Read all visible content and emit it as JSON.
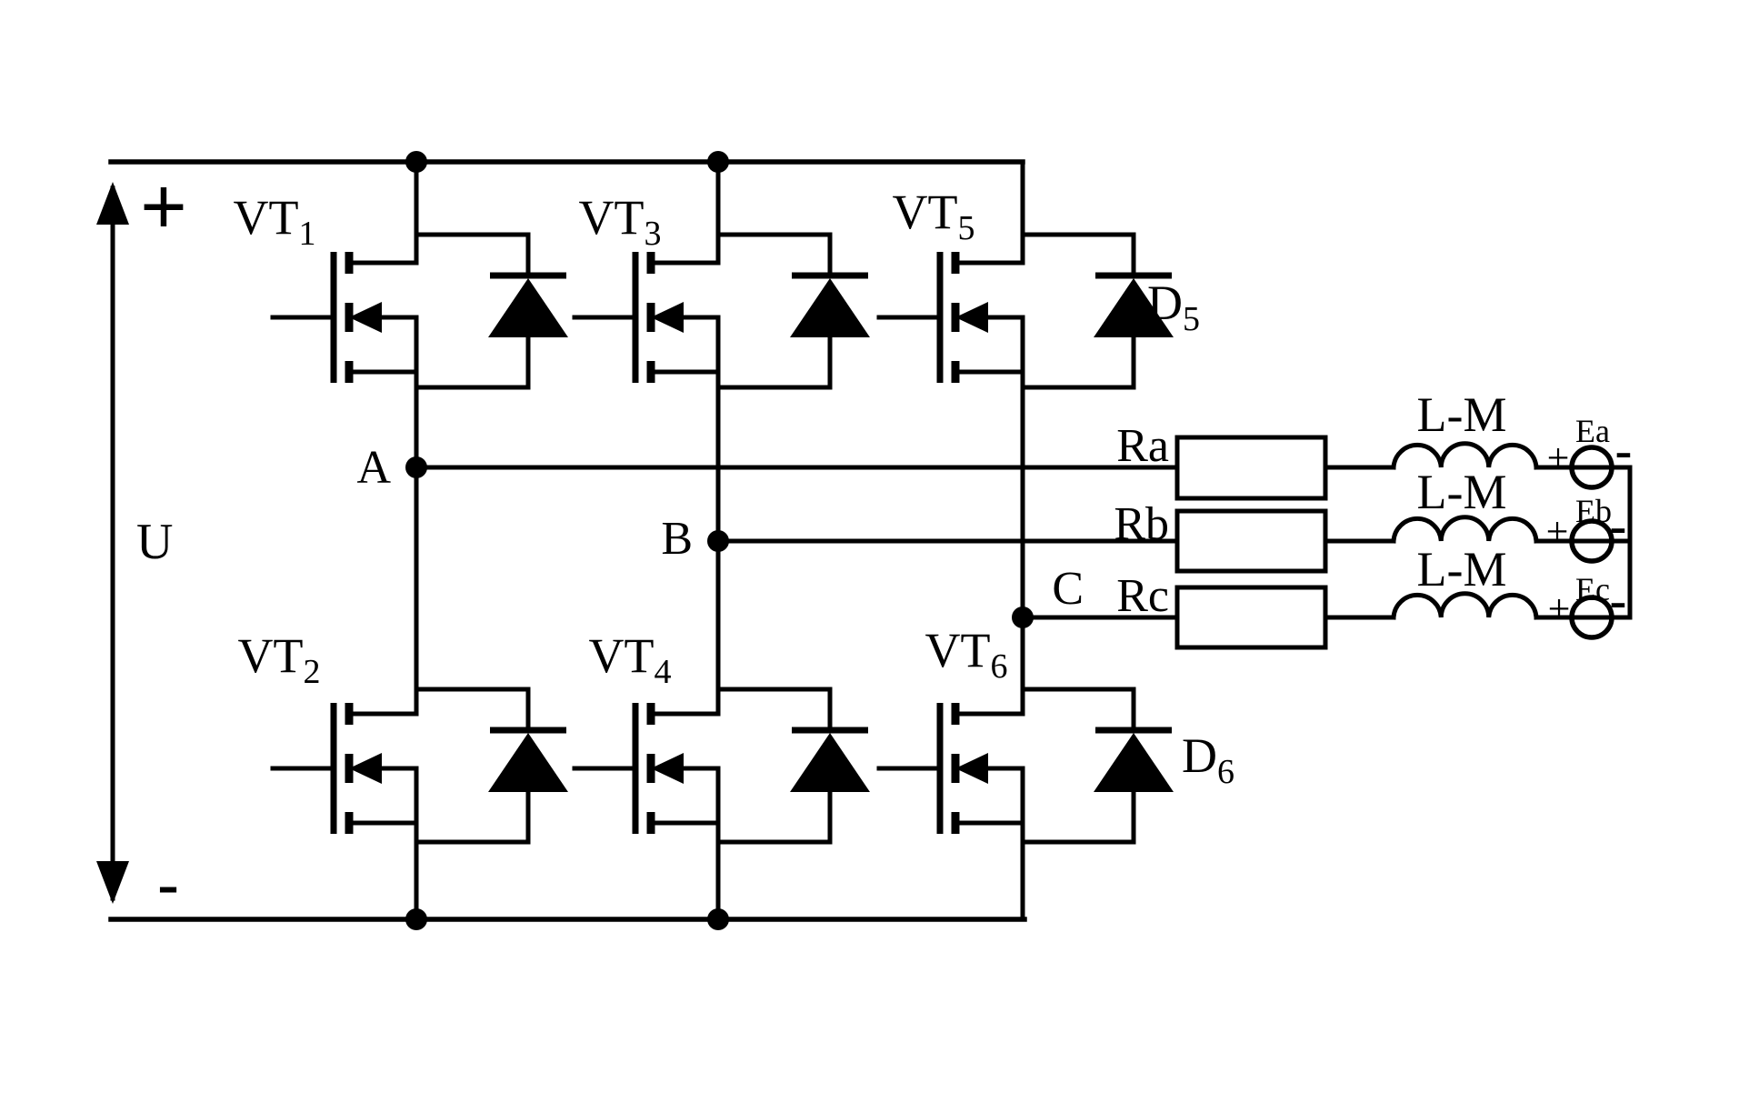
{
  "diagram_type": "three-phase-inverter-circuit-schematic",
  "dc_link": {
    "plus": "+",
    "voltage_label": "U",
    "minus": "-"
  },
  "transistors": [
    {
      "prefix": "VT",
      "sub": "1"
    },
    {
      "prefix": "VT",
      "sub": "2"
    },
    {
      "prefix": "VT",
      "sub": "3"
    },
    {
      "prefix": "VT",
      "sub": "4"
    },
    {
      "prefix": "VT",
      "sub": "5"
    },
    {
      "prefix": "VT",
      "sub": "6"
    }
  ],
  "diodes": [
    {
      "prefix": "D",
      "sub": "5"
    },
    {
      "prefix": "D",
      "sub": "6"
    }
  ],
  "phases": [
    {
      "node": "A",
      "resistor_label": "Ra",
      "inductor_label": "L-M",
      "emf_label": "Ea",
      "emf_plus": "+",
      "emf_minus": "-"
    },
    {
      "node": "B",
      "resistor_label": "Rb",
      "inductor_label": "L-M",
      "emf_label": "Eb",
      "emf_plus": "+",
      "emf_minus": "-"
    },
    {
      "node": "C",
      "resistor_label": "Rc",
      "inductor_label": "L-M",
      "emf_label": "Ec",
      "emf_plus": "+",
      "emf_minus": "-"
    }
  ]
}
